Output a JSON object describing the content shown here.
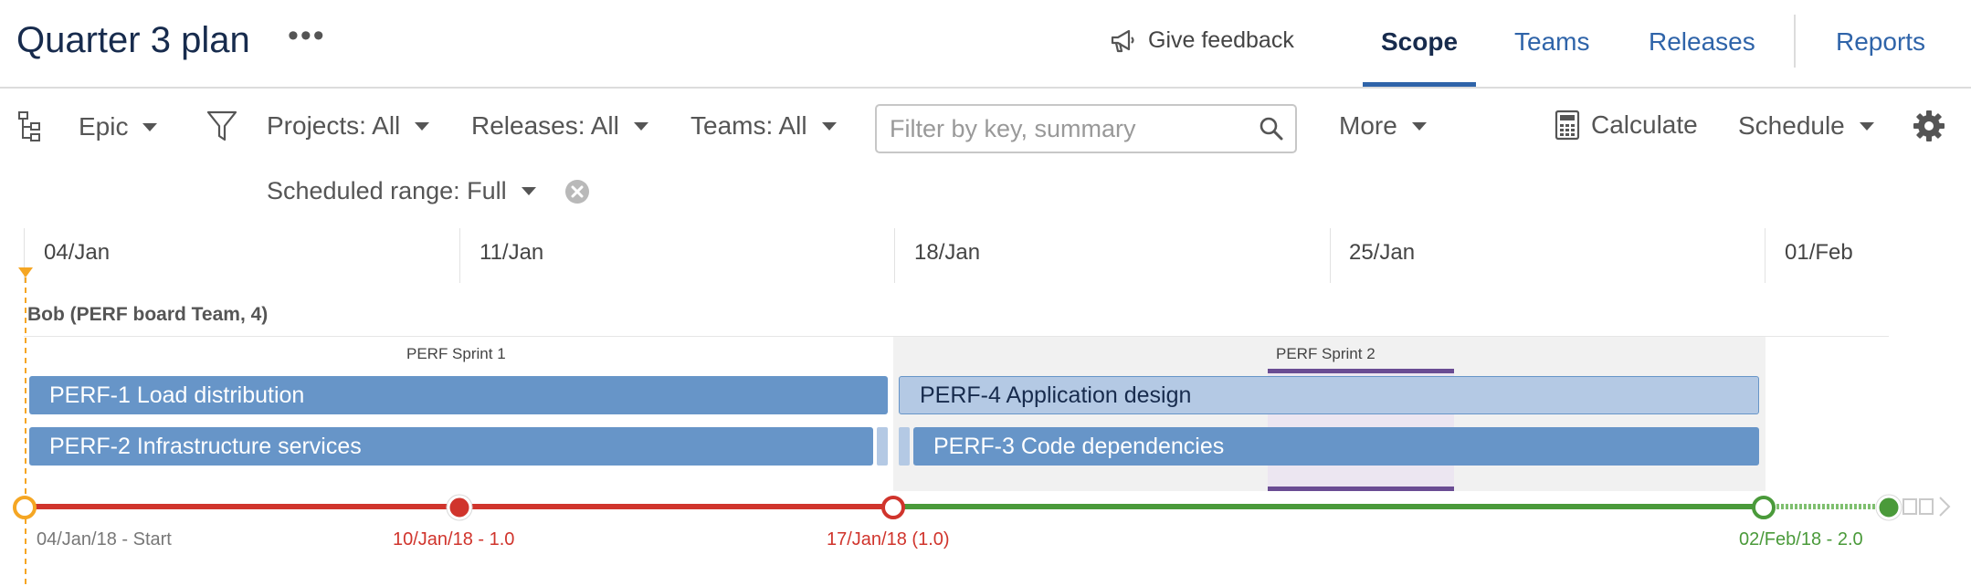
{
  "header": {
    "title": "Quarter 3 plan",
    "more_label": "•••",
    "feedback_label": "Give feedback",
    "tabs": [
      {
        "label": "Scope",
        "active": true
      },
      {
        "label": "Teams",
        "active": false
      },
      {
        "label": "Releases",
        "active": false
      },
      {
        "label": "Reports",
        "active": false
      }
    ]
  },
  "toolbar": {
    "hierarchy_label": "Epic",
    "projects_label": "Projects: All",
    "releases_label": "Releases: All",
    "teams_label": "Teams: All",
    "search_placeholder": "Filter by key, summary",
    "more_label": "More",
    "calculate_label": "Calculate",
    "schedule_label": "Schedule",
    "scheduled_range_label": "Scheduled range: Full"
  },
  "timeline": {
    "dates": [
      "04/Jan",
      "11/Jan",
      "18/Jan",
      "25/Jan",
      "01/Feb"
    ]
  },
  "group": {
    "label": "Bob (PERF board Team, 4)",
    "sprints": [
      "PERF Sprint 1",
      "PERF Sprint 2"
    ]
  },
  "issues": [
    {
      "label": "PERF-1 Load distribution",
      "style": "dark"
    },
    {
      "label": "PERF-4 Application design",
      "style": "light"
    },
    {
      "label": "PERF-2 Infrastructure services",
      "style": "dark"
    },
    {
      "label": "PERF-3 Code dependencies",
      "style": "dark"
    }
  ],
  "releases": [
    {
      "label": "04/Jan/18 - Start",
      "color": "#777777"
    },
    {
      "label": "10/Jan/18 - 1.0",
      "color": "#d0342c"
    },
    {
      "label": "17/Jan/18 (1.0)",
      "color": "#d0342c"
    },
    {
      "label": "02/Feb/18 - 2.0",
      "color": "#4a9a3a"
    }
  ],
  "colors": {
    "accent": "#2f64a9",
    "bar_dark": "#6795c8",
    "bar_light": "#b4c9e4",
    "release_red": "#d0342c",
    "release_green": "#4a9a3a",
    "today_marker": "#f5a623",
    "sprint_highlight": "#6a4c93"
  }
}
